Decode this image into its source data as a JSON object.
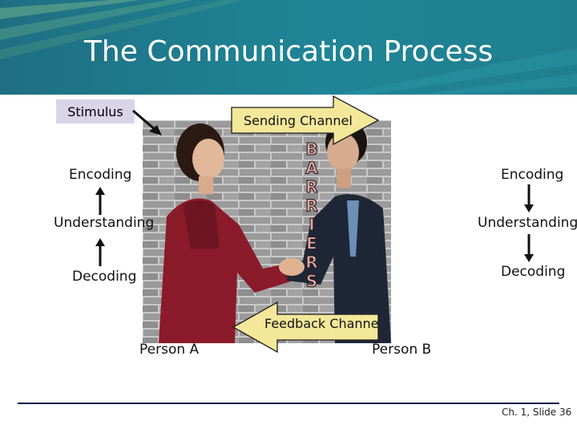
{
  "slide": {
    "title": "The Communication Process",
    "stimulus": "Stimulus",
    "sending_channel": "Sending Channel",
    "feedback_channel": "Feedback Channe",
    "barriers": [
      "B",
      "A",
      "R",
      "R",
      "I",
      "E",
      "R",
      "S"
    ],
    "left": {
      "encoding": "Encoding",
      "understanding": "Understanding",
      "decoding": "Decoding",
      "person": "Person A"
    },
    "right": {
      "encoding": "Encoding",
      "understanding": "Understanding",
      "decoding": "Decoding",
      "person": "Person B"
    },
    "footer": "Ch. 1, Slide 36"
  },
  "colors": {
    "header": "#1f7f8f",
    "stimulus_box": "#d9d4e6",
    "arrow_fill": "#f3e79a",
    "barrier_text": "#e6a6a6",
    "footer_line": "#0c1f4a"
  }
}
